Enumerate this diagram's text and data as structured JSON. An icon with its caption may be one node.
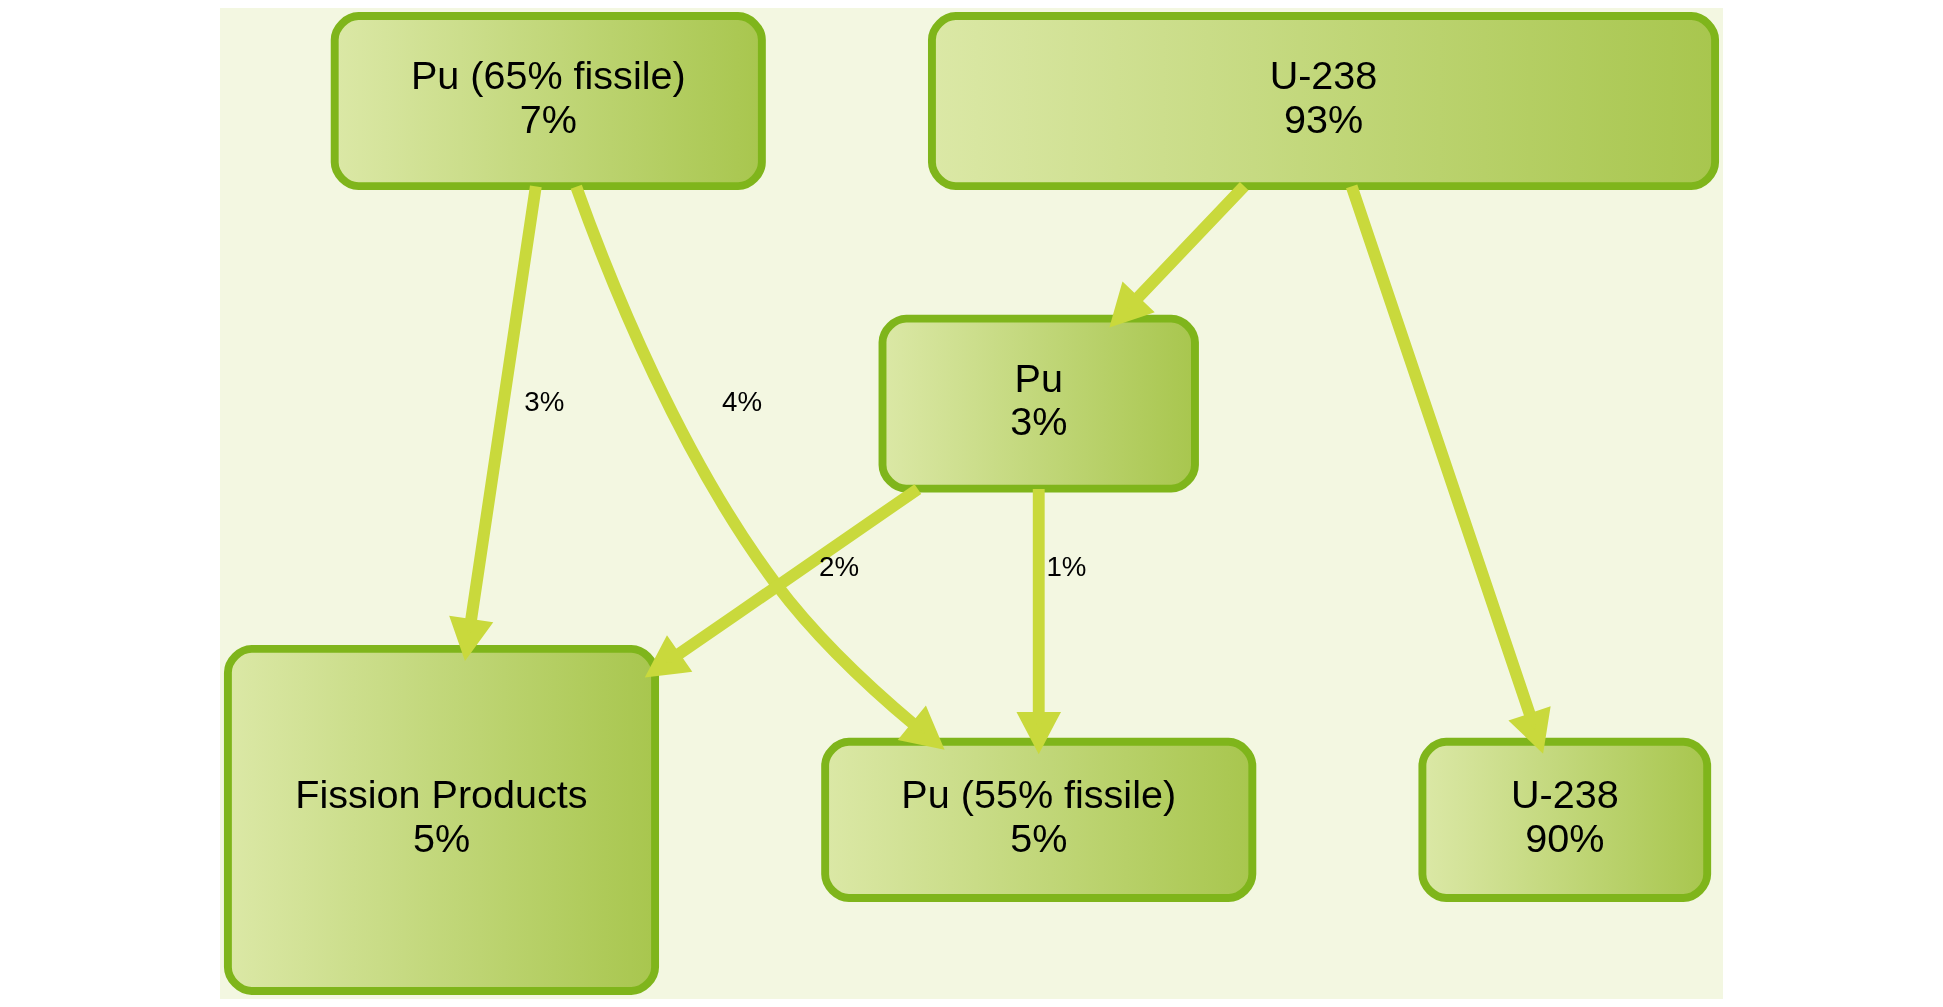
{
  "diagram": {
    "nodes": [
      {
        "text": [
          "Pu (65% fissile)",
          "7%"
        ]
      },
      {
        "text": [
          "U-238",
          "93%"
        ]
      },
      {
        "text": [
          "Pu",
          "3%"
        ]
      },
      {
        "text": [
          "Fission Products",
          "5%"
        ]
      },
      {
        "text": [
          "Pu (55% fissile)",
          "5%"
        ]
      },
      {
        "text": [
          "U-238",
          "90%"
        ]
      }
    ],
    "edges": [
      {
        "from": 0,
        "to": 3,
        "arrow": "to",
        "label": "3%"
      },
      {
        "from": 0,
        "to": 4,
        "arrow": "to",
        "label": "4%"
      },
      {
        "from": 1,
        "to": 2,
        "arrow": "to"
      },
      {
        "from": 2,
        "to": 3,
        "arrow": "to",
        "label": "2%"
      },
      {
        "from": 2,
        "to": 4,
        "arrow": "to",
        "label": "1%"
      },
      {
        "from": 1,
        "to": 5,
        "arrow": "to"
      }
    ]
  }
}
